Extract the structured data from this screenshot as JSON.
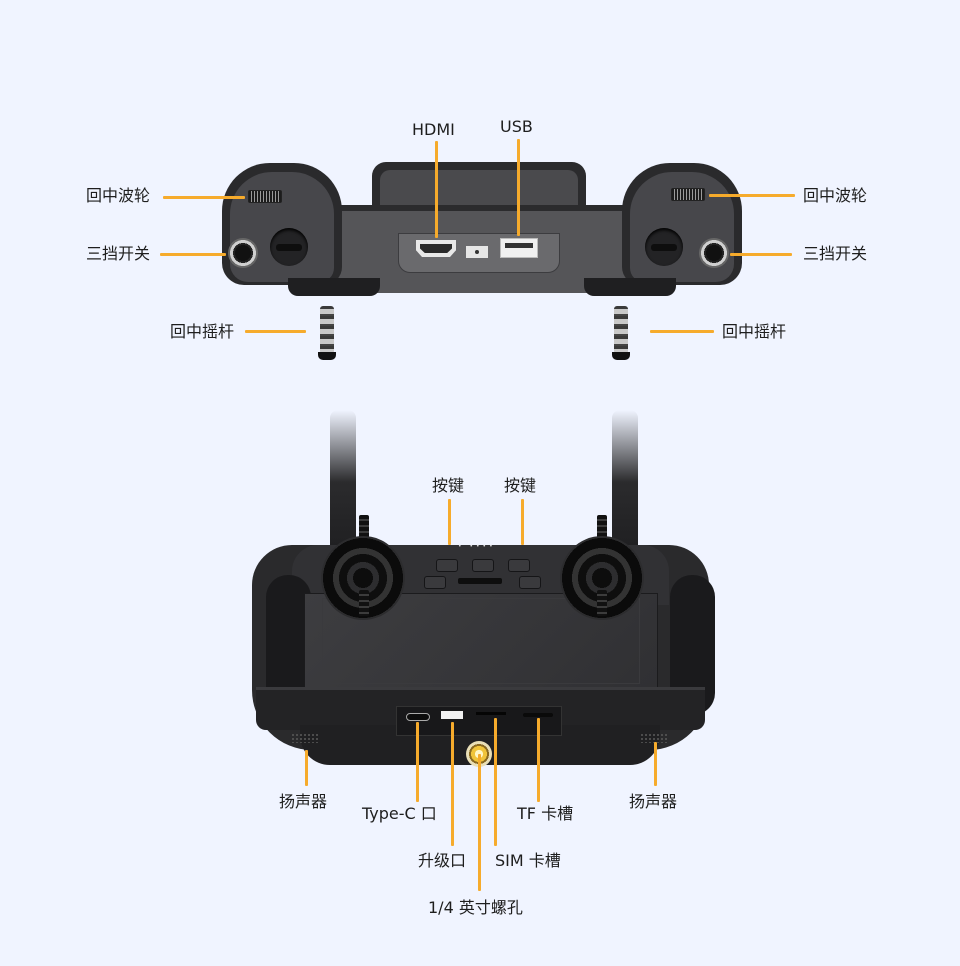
{
  "background_color": "#f0f4ff",
  "callout_color": "#f6ab2c",
  "rear_view": {
    "name": "remote-controller-rear-view",
    "labels": {
      "hdmi": "HDMI",
      "usb": "USB",
      "wheel_left": "回中波轮",
      "wheel_right": "回中波轮",
      "switch_left": "三挡开关",
      "switch_right": "三挡开关",
      "stick_left": "回中摇杆",
      "stick_right": "回中摇杆"
    }
  },
  "front_view": {
    "name": "remote-controller-front-view",
    "labels": {
      "key_left": "按键",
      "key_right": "按键",
      "speaker_left": "扬声器",
      "speaker_right": "扬声器",
      "type_c": "Type-C 口",
      "upgrade_port": "升级口",
      "screw_hole": "1/4 英寸螺孔",
      "sim_slot": "SIM 卡槽",
      "tf_slot": "TF 卡槽"
    }
  }
}
